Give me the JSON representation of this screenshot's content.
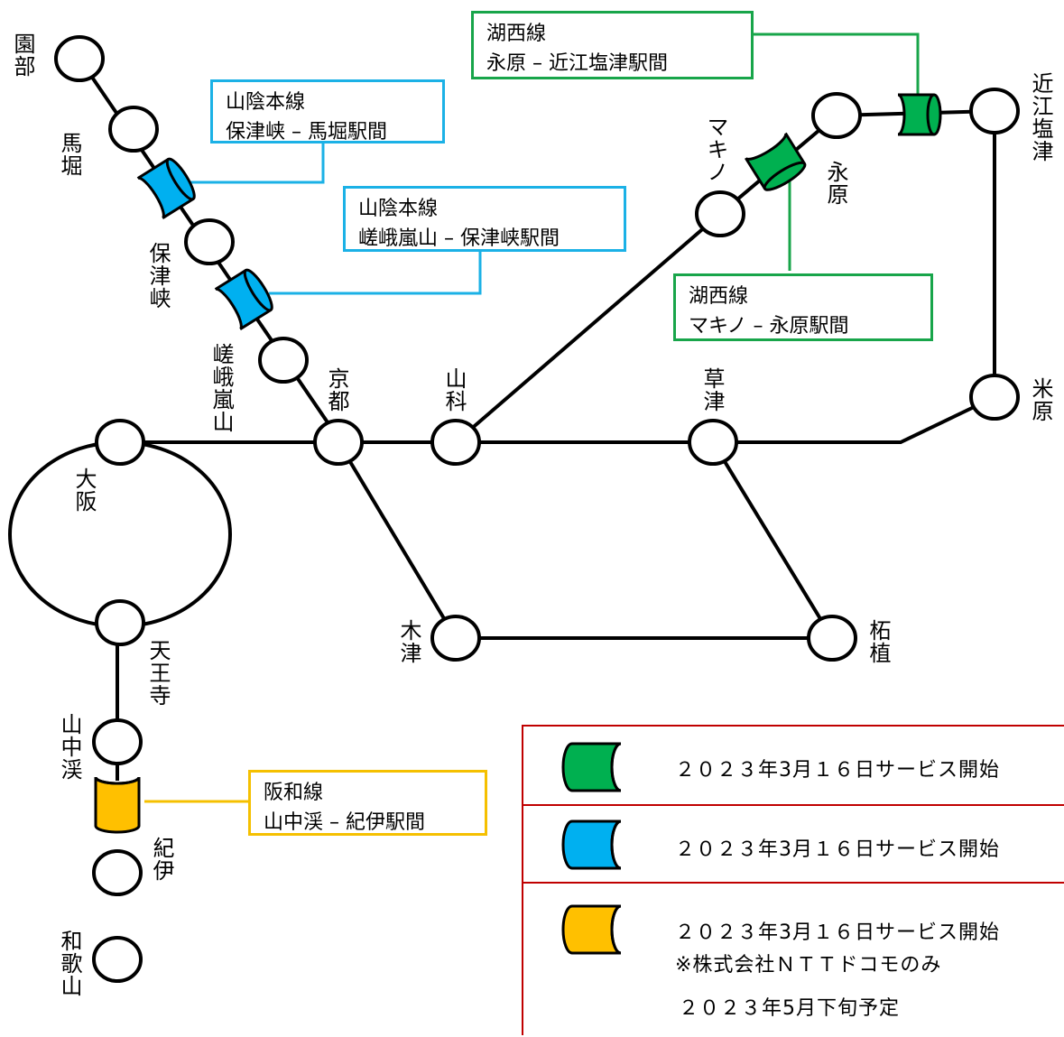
{
  "stations": {
    "sonobe": "園部",
    "umahori": "馬堀",
    "hozukyo": "保津峡",
    "saga_arashiyama": "嵯峨嵐山",
    "kyoto": "京都",
    "yamashina": "山科",
    "osaka": "大阪",
    "tennoji": "天王寺",
    "yamanakadani": "山中渓",
    "kii": "紀伊",
    "wakayama": "和歌山",
    "kizu": "木津",
    "tsuge": "柘植",
    "kusatsu": "草津",
    "maibara": "米原",
    "makino": "マキノ",
    "nagahara": "永原",
    "omi_shiotsu": "近江塩津"
  },
  "callouts": {
    "kosei_nagahara": {
      "line": "湖西線",
      "section": "永原 – 近江塩津駅間",
      "color": "#18a54a"
    },
    "sanin_hozukyo": {
      "line": "山陰本線",
      "section": "保津峡 – 馬堀駅間",
      "color": "#1bb1e6"
    },
    "sanin_saga": {
      "line": "山陰本線",
      "section": "嵯峨嵐山 – 保津峡駅間",
      "color": "#1bb1e6"
    },
    "kosei_makino": {
      "line": "湖西線",
      "section": "マキノ – 永原駅間",
      "color": "#18a54a"
    },
    "hanwa": {
      "line": "阪和線",
      "section": "山中渓 – 紀伊駅間",
      "color": "#f5c000"
    }
  },
  "legend": {
    "border_color": "#c00000",
    "rows": [
      {
        "color": "#00b050",
        "text": "２０２３年3月１６日サービス開始"
      },
      {
        "color": "#00b0f0",
        "text": "２０２３年3月１６日サービス開始"
      },
      {
        "color": "#ffc000",
        "text": "２０２３年3月１６日サービス開始",
        "note": "※株式会社ＮＴＴドコモのみ",
        "note2": "２０２３年5月下旬予定"
      }
    ]
  },
  "tunnel_colors": {
    "green": "#00b050",
    "blue": "#00b0f0",
    "yellow": "#ffc000"
  }
}
